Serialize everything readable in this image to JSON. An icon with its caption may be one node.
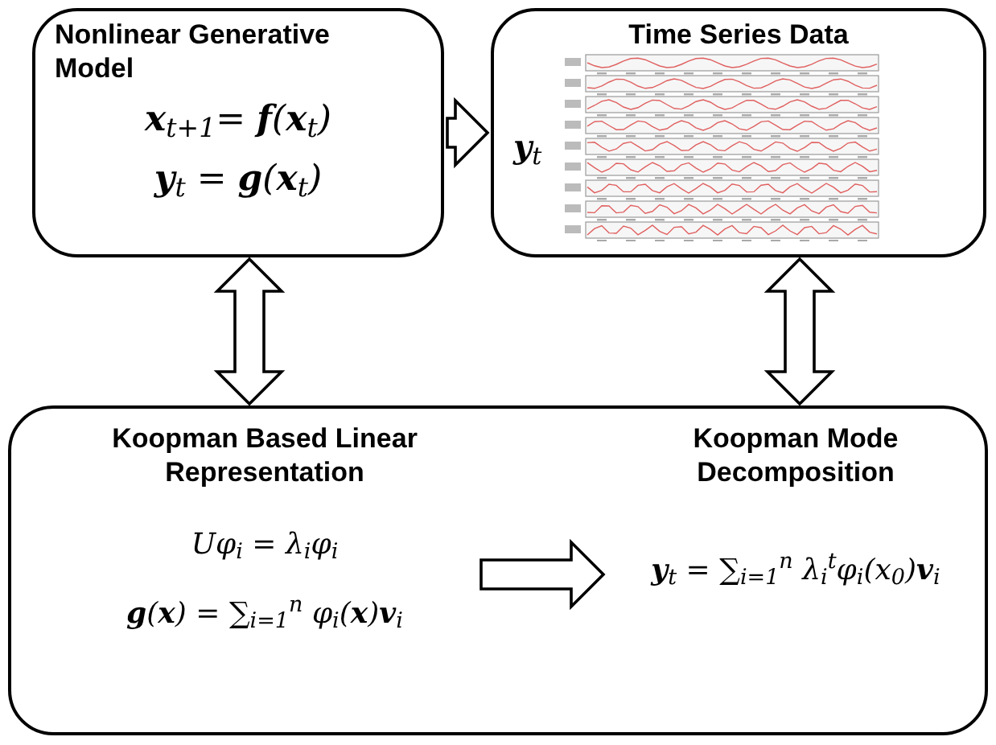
{
  "diagram": {
    "nodes": [
      {
        "text": [
          "Nonlinear Generative Model",
          "**x**$_{t+1}$= **f**(**x**$_{t}$)",
          "**y**$_{t}$ = **g**(**x**$_{t}$)"
        ]
      },
      {
        "text": [
          "Time Series Data",
          "**y**$_{t}$"
        ]
      },
      {
        "text": [],
        "shape": "box"
      },
      {
        "text": [
          "Koopman Based Linear Representation",
          "Uφ$_{i}$ = λ$_{i}$φ$_{i}$",
          "**g**(**x**) = ∑$_{i=1}$$^{n}$ φ$_{i}$(**x**)**v**$_{i}$"
        ],
        "in": 2
      },
      {
        "text": [
          "Koopman Mode Decomposition",
          "**y**$_{t}$ = ∑$_{i=1}$$^{n}$ λ$_{i}$$^{t}$φ$_{i}$(x$_{0}$)**v**$_{i}$"
        ],
        "in": 2
      }
    ],
    "edges": [
      {
        "from": 0,
        "to": 1,
        "arrow": "to"
      },
      {
        "from": 0,
        "to": 2,
        "arrow": "both"
      },
      {
        "from": 1,
        "to": 2,
        "arrow": "both"
      },
      {
        "from": 3,
        "to": 4,
        "arrow": "to"
      }
    ]
  }
}
